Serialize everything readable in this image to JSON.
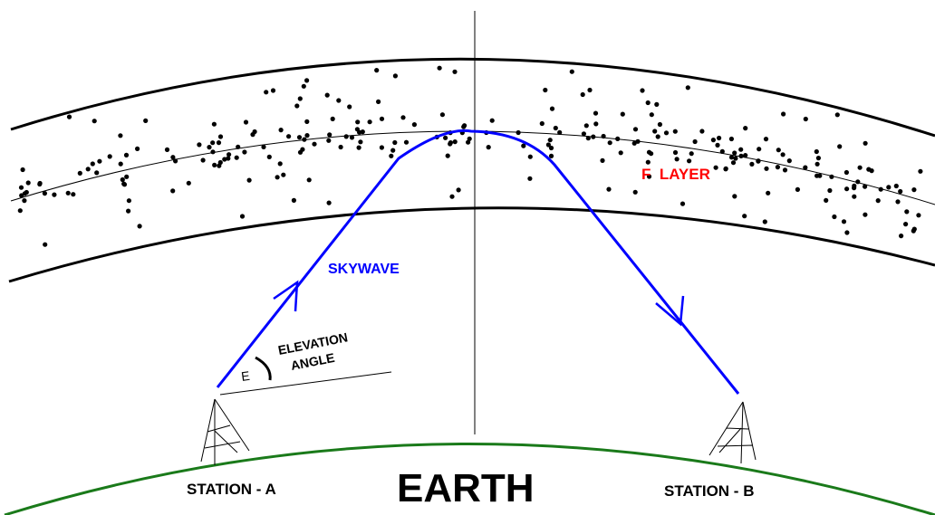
{
  "labels": {
    "f_layer": "F  LAYER",
    "skywave": "SKYWAVE",
    "elevation_line1": "ELEVATION",
    "elevation_line2": "ANGLE",
    "angle_symbol": "E",
    "station_a": "STATION - A",
    "station_b": "STATION - B",
    "earth": "EARTH"
  },
  "colors": {
    "earth": "#1a7a1a",
    "skywave": "#0000ff",
    "f_layer_label": "#ff0000",
    "lines": "#000000"
  },
  "icons": {
    "antenna": "antenna-tower-icon",
    "arrow": "arrowhead-icon"
  }
}
